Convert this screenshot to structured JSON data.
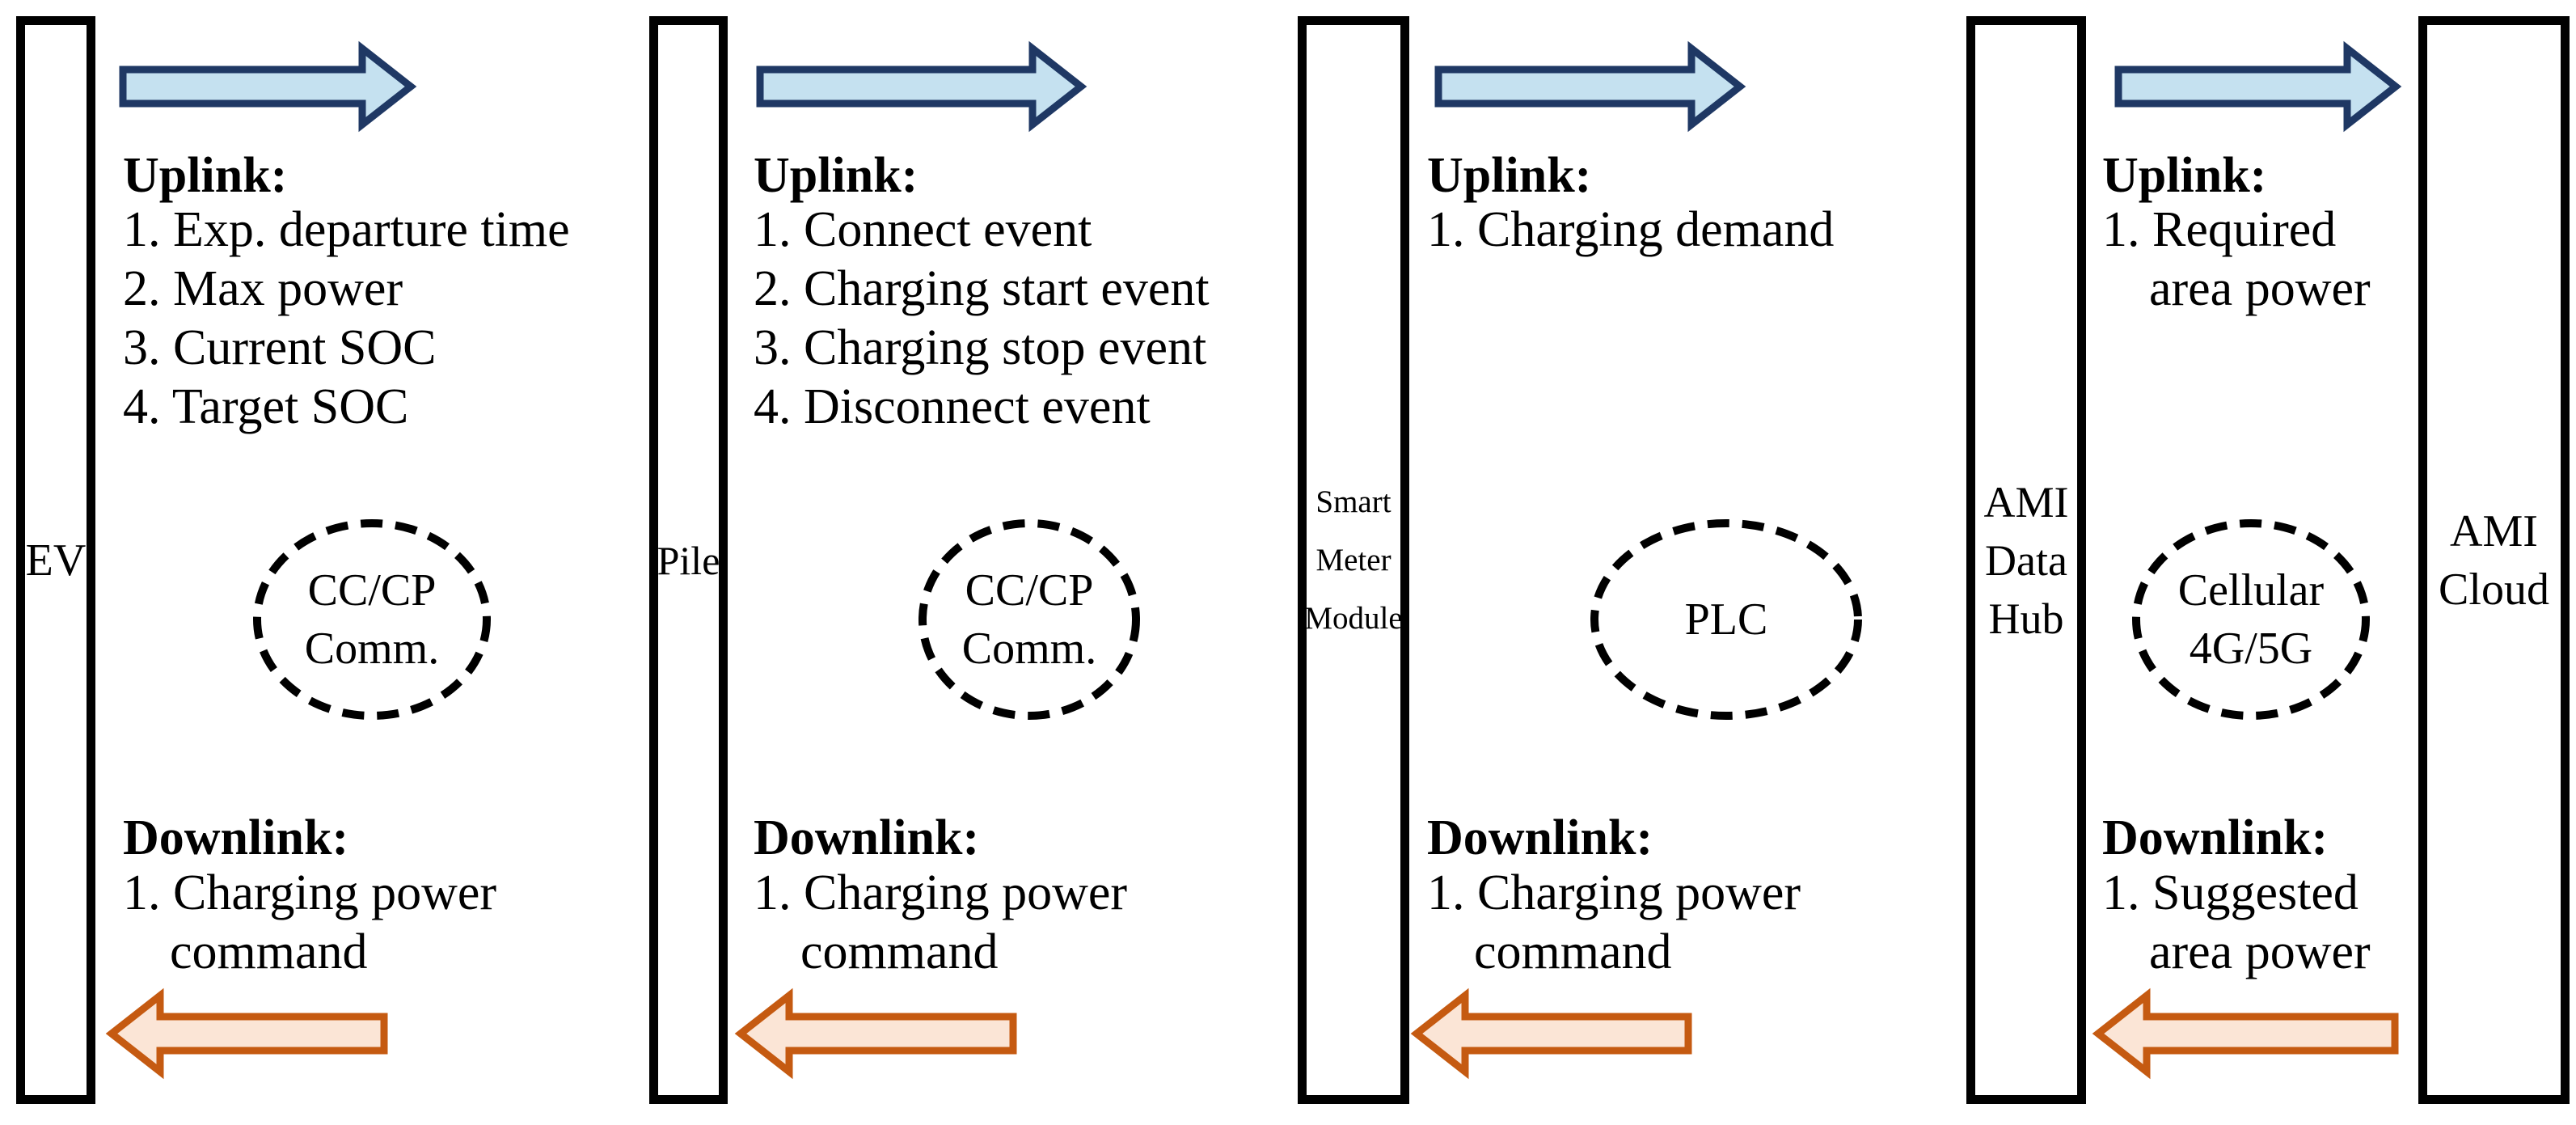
{
  "title": "EV charging AMI communication chain diagram",
  "colors": {
    "uplink_arrow_fill": "#C5E1F0",
    "uplink_arrow_border": "#1F3864",
    "downlink_arrow_fill": "#FBE5D6",
    "downlink_arrow_border": "#C55A11",
    "entity_border": "#000000",
    "entity_fill": "#FFFFFF",
    "text": "#000000"
  },
  "entities": [
    {
      "name": "EV",
      "lines": [
        "EV"
      ]
    },
    {
      "name": "Pile",
      "lines": [
        "Pile"
      ]
    },
    {
      "name": "Smart Meter Module",
      "lines": [
        "Smart",
        "Meter",
        "Module"
      ]
    },
    {
      "name": "AMI Data Hub",
      "lines": [
        "AMI",
        "Data",
        "Hub"
      ]
    },
    {
      "name": "AMI Cloud",
      "lines": [
        "AMI",
        "Cloud"
      ]
    }
  ],
  "links": [
    {
      "from": "EV",
      "to": "Pile",
      "medium": "CC/CP Comm.",
      "medium_lines": [
        "CC/CP",
        "Comm."
      ],
      "uplink_title": "Uplink:",
      "uplink_items": [
        "1. Exp. departure time",
        "2. Max power",
        "3. Current SOC",
        "4. Target SOC"
      ],
      "downlink_title": "Downlink:",
      "downlink_items": [
        "1. Charging power",
        "command"
      ]
    },
    {
      "from": "Pile",
      "to": "Smart Meter Module",
      "medium": "CC/CP Comm.",
      "medium_lines": [
        "CC/CP",
        "Comm."
      ],
      "uplink_title": "Uplink:",
      "uplink_items": [
        "1. Connect event",
        "2. Charging start event",
        "3. Charging stop event",
        "4. Disconnect event"
      ],
      "downlink_title": "Downlink:",
      "downlink_items": [
        "1. Charging power",
        "command"
      ]
    },
    {
      "from": "Smart Meter Module",
      "to": "AMI Data Hub",
      "medium": "PLC",
      "medium_lines": [
        "PLC"
      ],
      "uplink_title": "Uplink:",
      "uplink_items": [
        "1. Charging demand"
      ],
      "downlink_title": "Downlink:",
      "downlink_items": [
        "1. Charging power",
        "command"
      ]
    },
    {
      "from": "AMI Data Hub",
      "to": "AMI Cloud",
      "medium": "Cellular 4G/5G",
      "medium_lines": [
        "Cellular",
        "4G/5G"
      ],
      "uplink_title": "Uplink:",
      "uplink_items": [
        "1. Required",
        "area power"
      ],
      "downlink_title": "Downlink:",
      "downlink_items": [
        "1. Suggested",
        "area power"
      ]
    }
  ]
}
